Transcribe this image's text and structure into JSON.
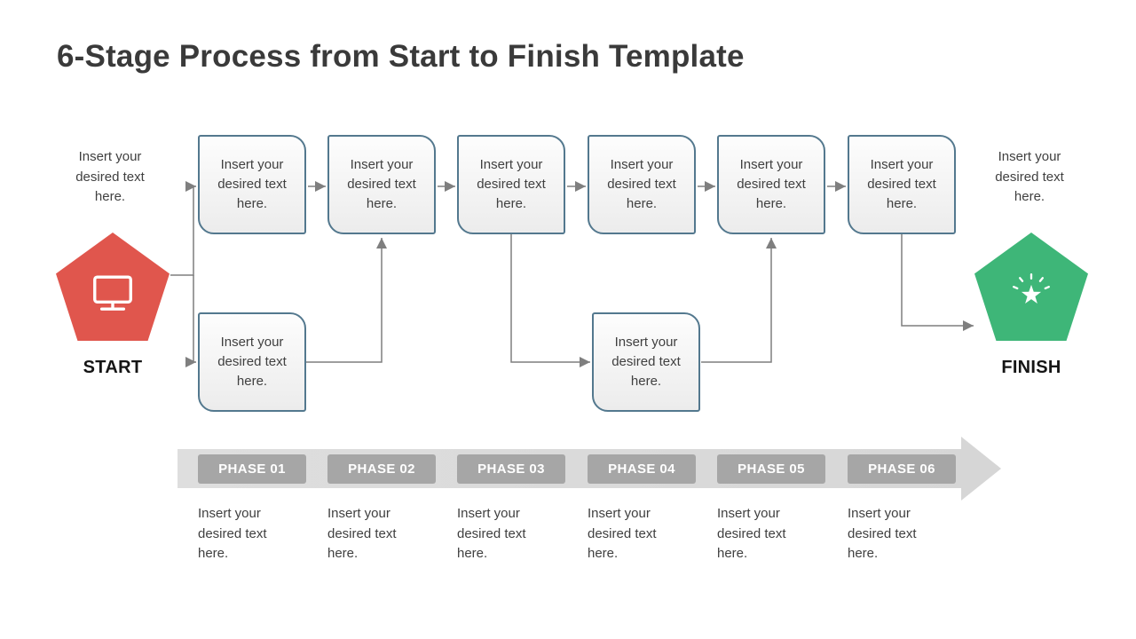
{
  "title": "6-Stage Process from Start to Finish Template",
  "start": {
    "label": "START",
    "note": "Insert your desired text here.",
    "color": "#e0564d",
    "icon": "monitor-icon"
  },
  "finish": {
    "label": "FINISH",
    "note": "Insert your desired text here.",
    "color": "#3eb678",
    "icon": "starburst-icon"
  },
  "steps": [
    {
      "text": "Insert your desired text here."
    },
    {
      "text": "Insert your desired text here."
    },
    {
      "text": "Insert your desired text here."
    },
    {
      "text": "Insert your desired text here."
    },
    {
      "text": "Insert your desired text here."
    },
    {
      "text": "Insert your desired text here."
    }
  ],
  "branches": [
    {
      "text": "Insert your desired text here."
    },
    {
      "text": "Insert your desired text here."
    }
  ],
  "phases": [
    {
      "label": "PHASE 01",
      "description": "Insert your desired text here."
    },
    {
      "label": "PHASE 02",
      "description": "Insert your desired text here."
    },
    {
      "label": "PHASE 03",
      "description": "Insert your desired text here."
    },
    {
      "label": "PHASE 04",
      "description": "Insert your desired text here."
    },
    {
      "label": "PHASE 05",
      "description": "Insert your desired text here."
    },
    {
      "label": "PHASE 06",
      "description": "Insert your desired text here."
    }
  ],
  "colors": {
    "box_border": "#53788e",
    "connector": "#7f7f7f",
    "phase_pill": "#a6a6a6",
    "timeline_band": "#dadada"
  }
}
